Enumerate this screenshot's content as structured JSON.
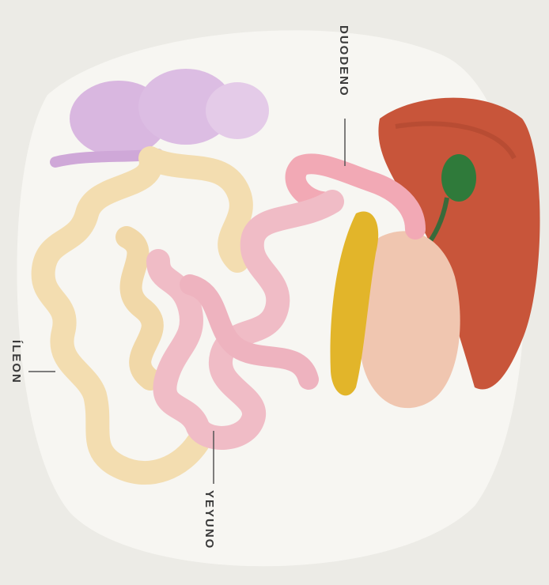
{
  "labels": {
    "duodeno": "DUODENO",
    "ileon": "ÍLEON",
    "yeyuno": "YEYUNO"
  },
  "colors": {
    "background": "#ecebe6",
    "halo": "#f7f6f2",
    "liver": "#c8553a",
    "gallbladder": "#2f7a3a",
    "pancreas": "#e2b52a",
    "stomach": "#f0c6b0",
    "duodenum": "#f2a9b5",
    "jejunum": "#f0bcc6",
    "ileum": "#f3ddb0",
    "colon": "#d9b7e0"
  }
}
